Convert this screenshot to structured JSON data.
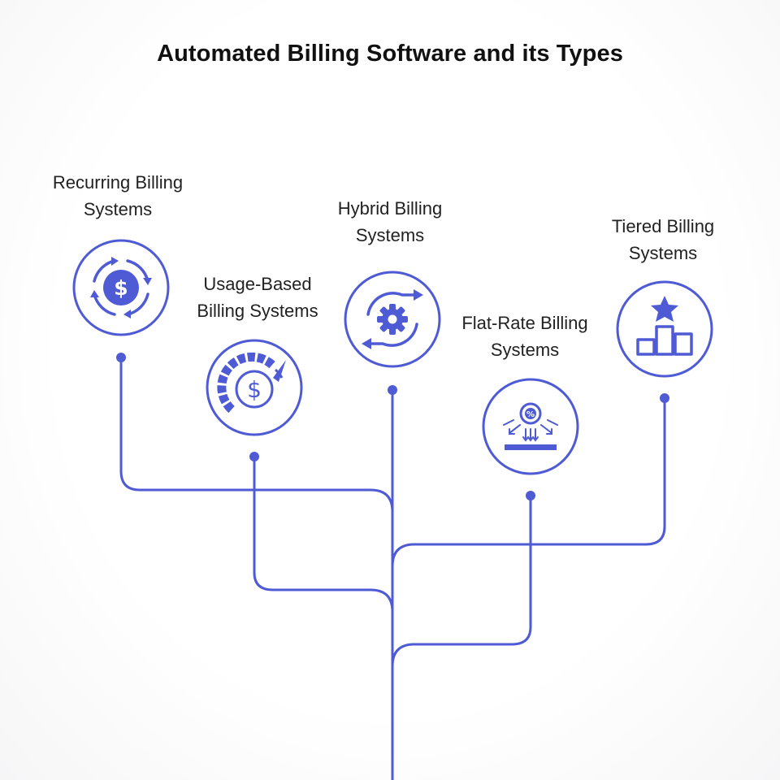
{
  "title": "Automated Billing Software and its Types",
  "colors": {
    "accent": "#4f5bd5",
    "background": "#ffffff",
    "text": "#222222"
  },
  "types": [
    {
      "line1": "Recurring Billing",
      "line2": "Systems",
      "icon": "recurring-dollar-icon"
    },
    {
      "line1": "Usage-Based",
      "line2": "Billing Systems",
      "icon": "dollar-gauge-icon"
    },
    {
      "line1": "Hybrid Billing",
      "line2": "Systems",
      "icon": "gear-cycle-icon"
    },
    {
      "line1": "Flat-Rate Billing",
      "line2": "Systems",
      "icon": "flat-rate-icon"
    },
    {
      "line1": "Tiered Billing",
      "line2": "Systems",
      "icon": "star-podium-icon"
    }
  ]
}
